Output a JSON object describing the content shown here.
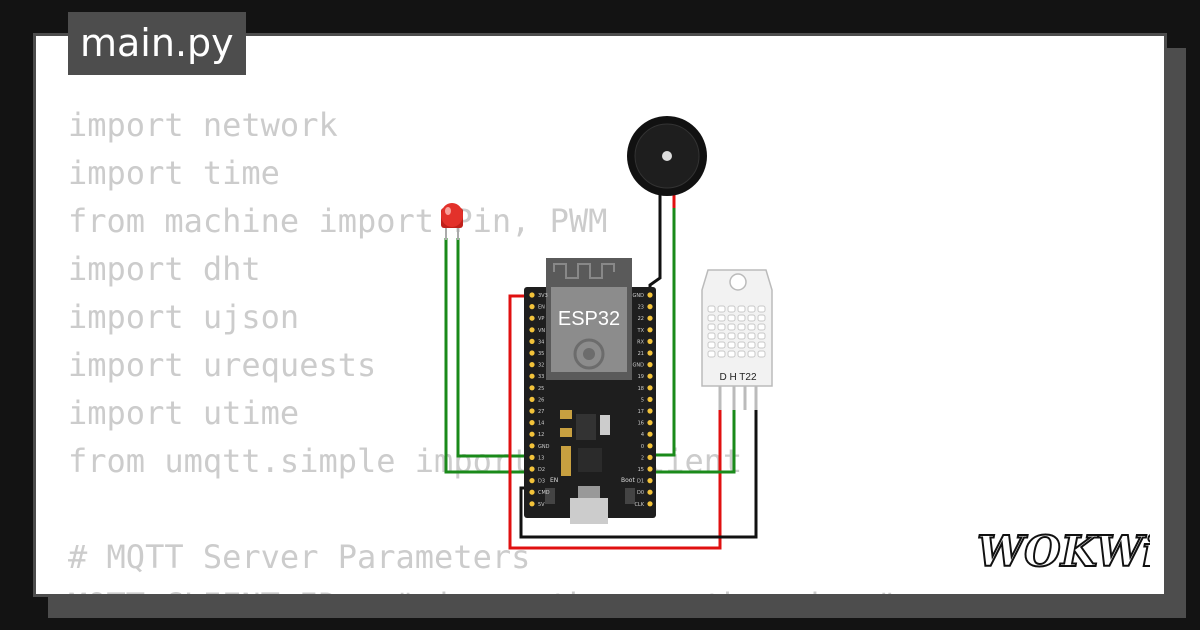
{
  "file_tab": {
    "label": "main.py"
  },
  "code_lines": [
    "import network",
    "import time",
    "from machine import Pin, PWM",
    "import dht",
    "import ujson",
    "import urequests",
    "import utime",
    "from umqtt.simple import MQTTClient",
    "",
    "# MQTT Server Parameters",
    "MQTT_CLIENT_ID = \"micropython-weather-demo\""
  ],
  "board": {
    "name": "ESP32",
    "left_pins": [
      "3V3",
      "EN",
      "VP",
      "VN",
      "34",
      "35",
      "32",
      "33",
      "25",
      "26",
      "27",
      "14",
      "12",
      "GND",
      "13",
      "D2",
      "D3",
      "CMD",
      "5V"
    ],
    "right_pins": [
      "GND",
      "23",
      "22",
      "TX",
      "RX",
      "21",
      "GND",
      "19",
      "18",
      "5",
      "17",
      "16",
      "4",
      "0",
      "2",
      "15",
      "D1",
      "D0",
      "CLK"
    ],
    "button_en": "EN",
    "button_boot": "Boot"
  },
  "sensor": {
    "label": "D H T22"
  },
  "logo": {
    "text": "WOKWi"
  },
  "colors": {
    "wire_green": "#1a8a1a",
    "wire_red": "#e01010",
    "wire_black": "#111111",
    "led_red": "#e3312a"
  }
}
